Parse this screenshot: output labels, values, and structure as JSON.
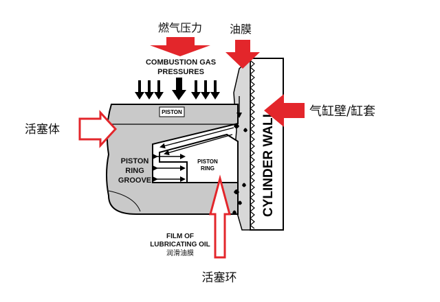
{
  "labels": {
    "combustion_cn": "燃气压力",
    "combustion_en_line1": "COMBUSTION GAS",
    "combustion_en_line2": "PRESSURES",
    "oil_film_cn": "油膜",
    "cylinder_wall_cn": "气缸壁/缸套",
    "cylinder_wall_en": "CYLINDER WALL",
    "piston_body_cn": "活塞体",
    "piston_label": "PISTON",
    "groove_line1": "PISTON",
    "groove_line2": "RING",
    "groove_line3": "GROOVE",
    "ring_line1": "PISTON",
    "ring_line2": "RING",
    "lube_en_line1": "FILM OF",
    "lube_en_line2": "LUBRICATING OIL",
    "lube_cn": "润滑油膜",
    "piston_ring_cn": "活塞环"
  },
  "colors": {
    "callout_red": "#e3262b",
    "piston_gray": "#c9c9c9",
    "outline": "#000000"
  },
  "icons": {
    "pressure_arrows": "down-arrow-icon",
    "callout_arrows": "block-arrow-icon"
  }
}
